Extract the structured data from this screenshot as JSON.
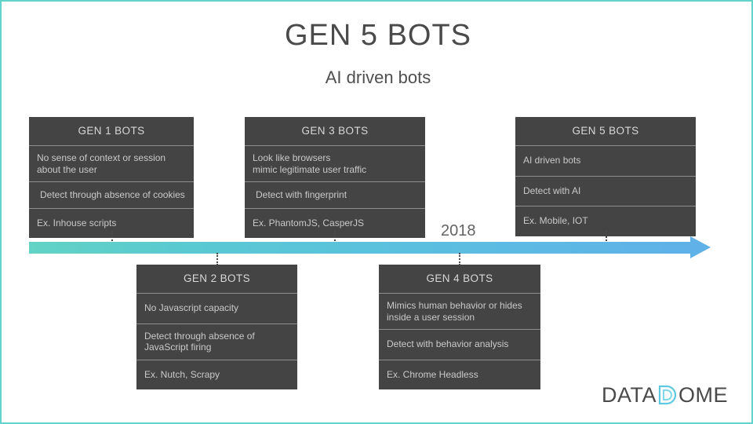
{
  "slide": {
    "title": "GEN 5 BOTS",
    "subtitle": "AI driven bots",
    "border_color": "#63d3cb",
    "background": "#ffffff"
  },
  "timeline": {
    "year_marker": "2018",
    "gradient_start": "#62d3c4",
    "gradient_end": "#5fb1e8",
    "arrow_direction": "right"
  },
  "cards": [
    {
      "id": "gen1",
      "header": "GEN 1 BOTS",
      "position": "above",
      "rows": [
        "No sense of context or session about the user",
        "Detect through absence of cookies",
        "Ex. Inhouse scripts"
      ]
    },
    {
      "id": "gen2",
      "header": "GEN 2 BOTS",
      "position": "below",
      "rows": [
        "No Javascript capacity",
        "Detect through absence of JavaScript firing",
        "Ex. Nutch, Scrapy"
      ]
    },
    {
      "id": "gen3",
      "header": "GEN 3 BOTS",
      "position": "above",
      "rows": [
        "Look like browsers mimic legitimate user traffic",
        "Detect with fingerprint",
        "Ex. PhantomJS, CasperJS"
      ]
    },
    {
      "id": "gen4",
      "header": "GEN 4 BOTS",
      "position": "below",
      "rows": [
        "Mimics human behavior or hides inside a user session",
        "Detect with behavior analysis",
        "Ex. Chrome Headless"
      ]
    },
    {
      "id": "gen5",
      "header": "GEN 5 BOTS",
      "position": "above",
      "rows": [
        "AI driven bots",
        "Detect with AI",
        "Ex. Mobile, IOT"
      ]
    }
  ],
  "card_rows_split": {
    "gen1_row1_line1": "No sense of context or session",
    "gen1_row1_line2": "about the user",
    "gen3_row1_line1": "Look like browsers",
    "gen3_row1_line2": "mimic legitimate user traffic",
    "gen2_row2_line1": "Detect through absence of",
    "gen2_row2_line2": "JavaScript firing",
    "gen4_row1_line1": "Mimics human behavior or hides",
    "gen4_row1_line2": "inside a user session"
  },
  "logo": {
    "part1": "DATA",
    "part2": "D",
    "part3": "OME",
    "accent_color": "#5ec8e0"
  }
}
